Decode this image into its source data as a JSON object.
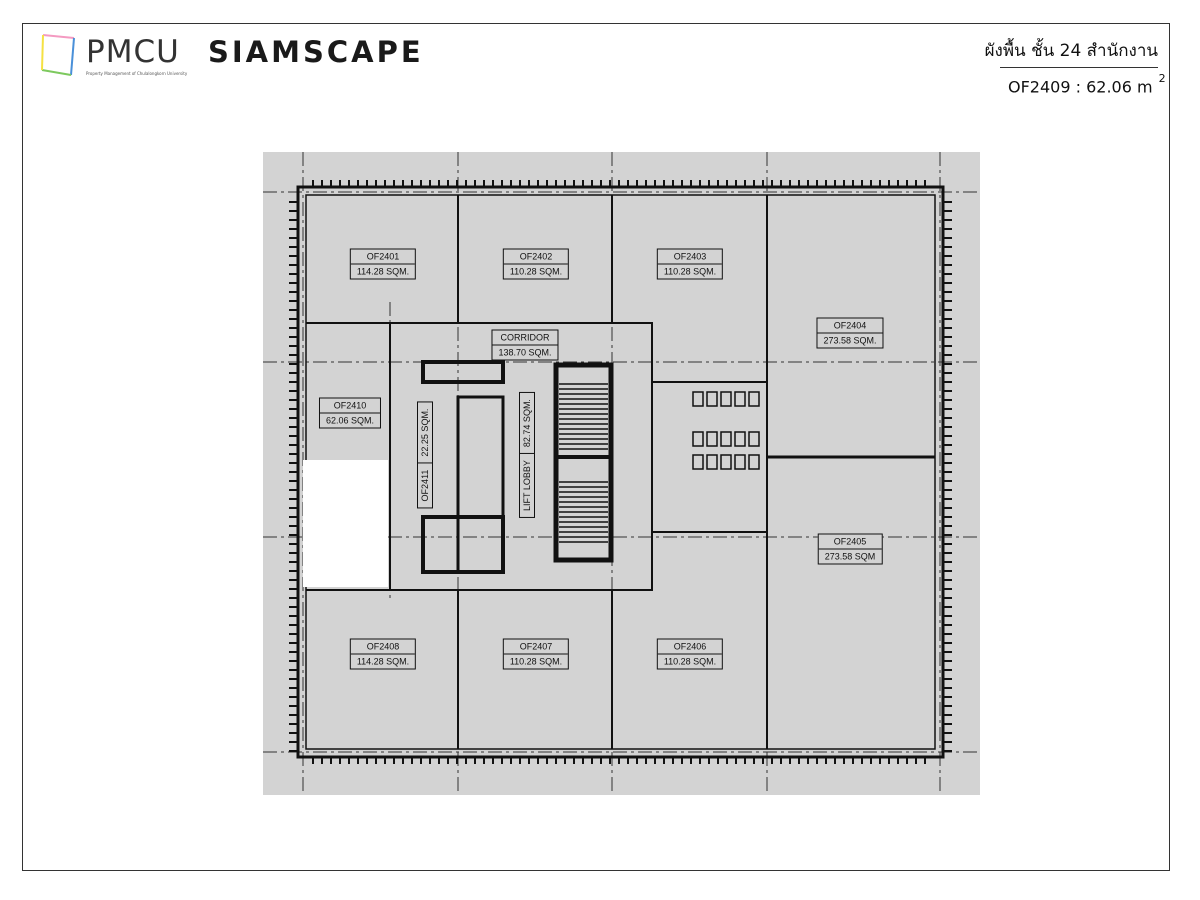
{
  "header": {
    "brand": "PMCU",
    "brand_subtitle": "Property Management of Chulalongkorn University",
    "partner": "SIAMSCAPE",
    "title": "ผังพื้น ชั้น 24 สำนักงาน",
    "unit_area": "OF2409 : 62.06 m",
    "unit_area_sup": "2"
  },
  "rooms": [
    {
      "id": "OF2401",
      "area": "114.28 SQM."
    },
    {
      "id": "OF2402",
      "area": "110.28 SQM."
    },
    {
      "id": "OF2403",
      "area": "110.28 SQM."
    },
    {
      "id": "OF2404",
      "area": "273.58 SQM."
    },
    {
      "id": "OF2405",
      "area": "273.58 SQM"
    },
    {
      "id": "OF2406",
      "area": "110.28 SQM."
    },
    {
      "id": "OF2407",
      "area": "110.28 SQM."
    },
    {
      "id": "OF2408",
      "area": "114.28 SQM."
    },
    {
      "id": "OF2410",
      "area": "62.06 SQM."
    },
    {
      "id": "OF2411",
      "area": "22.25 SQM."
    },
    {
      "id": "CORRIDOR",
      "area": "138.70 SQM."
    },
    {
      "id": "LIFT LOBBY",
      "area": "82.74 SQM."
    }
  ]
}
